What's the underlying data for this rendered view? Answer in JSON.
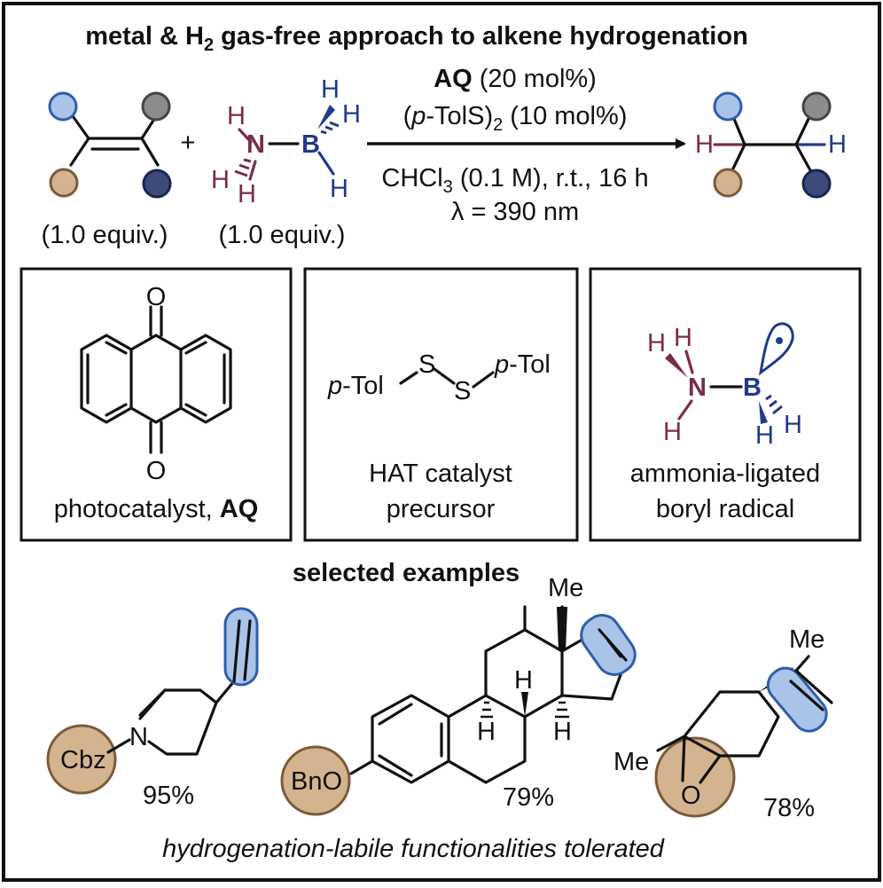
{
  "header": {
    "title_pre": "metal & H",
    "title_sub": "2",
    "title_post": " gas-free approach to alkene hydrogenation"
  },
  "reaction": {
    "alkene_equiv": "(1.0 equiv.)",
    "plus": "+",
    "ab_equiv": "(1.0 equiv.)",
    "atoms": {
      "N": "N",
      "B": "B",
      "H": "H"
    },
    "conditions": {
      "line1_bold": "AQ",
      "line1_rest": " (20 mol%)",
      "line2_pre": "(",
      "line2_italic": "p",
      "line2_mid": "-TolS)",
      "line2_sub": "2",
      "line2_post": " (10 mol%)",
      "line3_pre": "CHCl",
      "line3_sub": "3",
      "line3_post": " (0.1 M), r.t., 16 h",
      "line4": "λ = 390 nm"
    }
  },
  "panels": {
    "aq": {
      "atom_O": "O",
      "caption_pre": "photocatalyst, ",
      "caption_bold": "AQ"
    },
    "hat": {
      "p": "p",
      "tol": "-Tol",
      "S": "S",
      "caption_line1": "HAT catalyst",
      "caption_line2": "precursor"
    },
    "boryl": {
      "caption_line1": "ammonia-ligated",
      "caption_line2": "boryl radical"
    }
  },
  "examples": {
    "title": "selected examples",
    "ex1": {
      "group": "Cbz",
      "N": "N",
      "yield": "95%"
    },
    "ex2": {
      "group": "BnO",
      "Me": "Me",
      "H": "H",
      "yield": "79%"
    },
    "ex3": {
      "Me_top": "Me",
      "Me_left": "Me",
      "O": "O",
      "yield": "78%"
    },
    "footer": "hydrogenation-labile functionalities tolerated"
  },
  "colors": {
    "blue_circle": "#a9c4e8",
    "blue_stroke": "#2f5ea8",
    "gray_circle": "#8c8c8c",
    "navy_circle": "#3d4a7a",
    "tan_circle": "#d4b48f",
    "tan_stroke": "#7a5a3a",
    "maroon": "#7b2b4e",
    "navy_text": "#1f3a8a"
  }
}
